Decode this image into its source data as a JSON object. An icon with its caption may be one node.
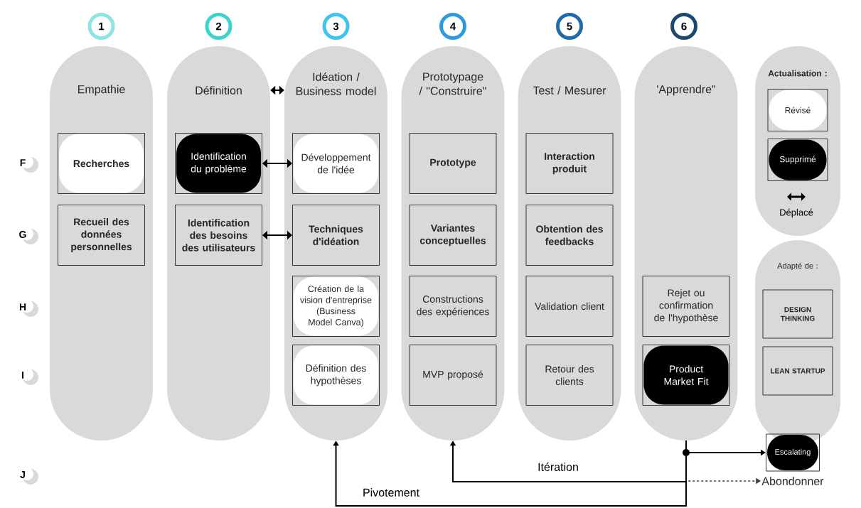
{
  "diagram": {
    "nodes": [
      {
        "text": [
          "Empathie"
        ]
      },
      {
        "text": [
          "Recherches"
        ],
        "in": 0
      },
      {
        "text": [
          "Recueil des données personnelles"
        ],
        "in": 0
      },
      {
        "text": [
          "Définition"
        ]
      },
      {
        "text": [
          "Identification du problème"
        ],
        "in": 3
      },
      {
        "text": [
          "Identification des besoins des utilisateurs"
        ],
        "in": 3
      },
      {
        "text": [
          "Idéation / Business model"
        ]
      },
      {
        "text": [
          "Développement de l'idée"
        ],
        "in": 6
      },
      {
        "text": [
          "Techniques d'idéation"
        ],
        "in": 6
      },
      {
        "text": [
          "Création de la vision d'entreprise (Business Model Canva)"
        ],
        "in": 6
      },
      {
        "text": [
          "Définition des hypothèses"
        ],
        "in": 6
      },
      {
        "text": [
          "Prototypage / \"Construire\""
        ]
      },
      {
        "text": [
          "Prototype"
        ],
        "in": 11
      },
      {
        "text": [
          "Variantes conceptuelles"
        ],
        "in": 11
      },
      {
        "text": [
          "Constructions des expériences"
        ],
        "in": 11
      },
      {
        "text": [
          "MVP proposé"
        ],
        "in": 11
      },
      {
        "text": [
          "Test / Mesurer"
        ]
      },
      {
        "text": [
          "Interaction produit"
        ],
        "in": 16
      },
      {
        "text": [
          "Obtention des feedbacks"
        ],
        "in": 16
      },
      {
        "text": [
          "Validation client"
        ],
        "in": 16
      },
      {
        "text": [
          "Retour des clients"
        ],
        "in": 16
      },
      {
        "text": [
          "'Apprendre\""
        ]
      },
      {
        "text": [
          "Rejet ou confirmation de l'hypothèse"
        ],
        "in": 21
      },
      {
        "text": [
          "Product Market Fit"
        ],
        "in": 21
      },
      {
        "text": [
          "Actualisation :"
        ]
      },
      {
        "text": [
          "Révisé"
        ],
        "in": 24
      },
      {
        "text": [
          "Supprimé"
        ],
        "in": 24
      },
      {
        "text": [
          "Adapté de :"
        ]
      },
      {
        "text": [
          "DESIGN THINKING"
        ],
        "in": 27
      },
      {
        "text": [
          "LEAN STARTUP"
        ],
        "in": 27
      },
      {
        "text": [
          "Escalating"
        ]
      },
      {
        "text": [
          "Abondonner"
        ]
      },
      {
        "text": [
          "1"
        ]
      },
      {
        "text": [
          "2"
        ]
      },
      {
        "text": [
          "3"
        ]
      },
      {
        "text": [
          "4"
        ]
      },
      {
        "text": [
          "5"
        ]
      },
      {
        "text": [
          "6"
        ]
      }
    ],
    "edges": [
      {
        "from": 3,
        "to": 6,
        "arrow": "both"
      },
      {
        "from": 4,
        "to": 7,
        "arrow": "both"
      },
      {
        "from": 5,
        "to": 8,
        "arrow": "both"
      },
      {
        "from": 21,
        "to": 30,
        "arrow": "to"
      },
      {
        "from": 21,
        "to": 11,
        "arrow": "to",
        "label": "Itération"
      },
      {
        "from": 21,
        "to": 6,
        "arrow": "to",
        "label": "Pivotement"
      },
      {
        "from": 21,
        "to": 31,
        "arrow": "to",
        "style": "dashed",
        "color": "#4a3a3a"
      }
    ],
    "labels": [
      "F",
      "G",
      "H",
      "I",
      "J"
    ],
    "legend": [
      {
        "text": "Déplacé"
      }
    ]
  }
}
